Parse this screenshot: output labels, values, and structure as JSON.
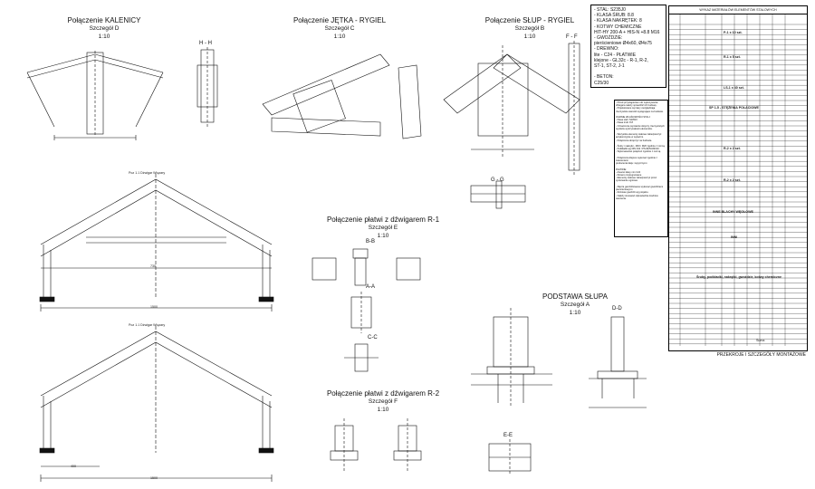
{
  "details": [
    {
      "title": "Połączenie KALENICY",
      "subtitle": "Szczegół  D",
      "scale": "1:10"
    },
    {
      "title": "Połączenie JĘTKA - RYGIEL",
      "subtitle": "Szczegół  C",
      "scale": "1:10"
    },
    {
      "title": "Połączenie SŁUP - RYGIEL",
      "subtitle": "Szczegół  B",
      "scale": "1:10"
    },
    {
      "title": "Połączenie płatwi z dźwigarem R-1",
      "subtitle": "Szczegół  E",
      "scale": "1:10"
    },
    {
      "title": "PODSTAWA SŁUPA",
      "subtitle": "Szczegół  A",
      "scale": "1:10"
    },
    {
      "title": "Połączenie płatwi z dźwigarem R-2",
      "subtitle": "Szczegół  F",
      "scale": "1:10"
    }
  ],
  "sections": {
    "hh": "H - H",
    "ff": "F - F",
    "gg": "G - G",
    "bb": "B-B",
    "aa": "A-A",
    "cc": "C-C",
    "dd": "D-D",
    "ee": "E-E"
  },
  "frames": {
    "r1_label": "Poz 1.1 Dźwigar Wiązary",
    "r2_label": "Poz 1.1 Dźwigar Wiązary",
    "dim_total": "1500",
    "dim_mid": "730",
    "dim_side": "400"
  },
  "materials_box": {
    "lines": "- STAL: S235J0\n- KLASA ŚRUB: 8.8\n- KLASA NAKRĘTEK: 8\n- KOTWY CHEMICZNE\nHIT-HY 200-A + HIS-N +8.8 M16\n- GWOŹDZIE:\npierścieniowe Ø4x60, Ø4x75\n- DREWNO:\nlite - C24 - PŁATWIE\nklejone - GL32c - R-1, R-2,\n                        ST-1, ST-2, J-1\n\n- BETON:\n                         C25/30"
  },
  "notes": {
    "text": "- Przed przystąpieniem do wykonywania dźwigara należy sprawdzić ich budowę.\n- Projektowane wymiary uwzględniają rzeczywiste warunki występujące na budowie.\n\nOGRNIE WLAŚCIWOŚCI STALI:\n- Klasa stali: S235J0\n- Klasa śrub: 8.8\n- Oznaczenie wymiarów dotyczy rzeczywistych\n  wyników wytrzymałości elementów.\n\n- Wszystkie elementy stalowe zabezpieczyć\n  antykorozyjnie w wytwórni.\n- Połączenia doręczyć na budowie.\n\n- Śruby i nakrętki - M16 i M20 zgodnie z normą.\n- Podkładki wg DIN 434 / PN-82/M-82010.\n- Wykonawstwo połączeń zgodnie z normą.\n\n- Połączenia klejone wykonać zgodnie z zaleceniami\n  producenta kleju i wytycznymi.\n\nPŁATWIE:\n- drewno klasy min C24\n- Drewno impregnowane\n- Elementy stalowe zabezpieczyć przez\n  cynkowanie ogniowe.\n\n- Złącza gwoździowane wykonać gwoździami\n  pierścieniowymi.\n- Rozstaw gwoździ wg projektu.\n- Należy stosować odpowiednie średnice wiercenia."
  },
  "schedule": {
    "header": "WYKAZ MATERIAŁÓW ELEMENTÓW STALOWYCH",
    "groups": [
      "P-1 x 10 szt.",
      "R-1 x 5 szt.",
      "LS-1 x 40 szt.",
      "SP 1-5 - STĘŻENIA POŁACIOWE",
      "R-2 x 2 szt.",
      "R-2 x 2 szt.",
      "INNE BLACHY WĘGŁOWE",
      "INNI",
      "Śruby, podkładki, nakrętki, gwoździe, kotwy chemiczne"
    ],
    "total_label": "Suma",
    "footer": "PRZEKROJE I SZCZEGÓŁY\nMONTAŻOWE"
  }
}
